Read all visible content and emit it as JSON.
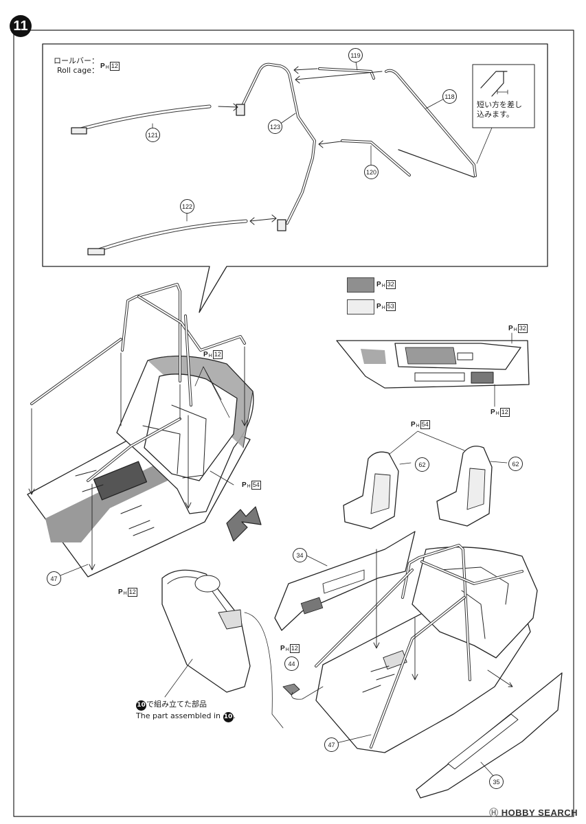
{
  "step": {
    "number": "11"
  },
  "roll_cage_label": {
    "ja": "ロールバー：",
    "en": "Roll cage："
  },
  "note_insert": {
    "line1": "短い方を差し",
    "line2": "込みます。"
  },
  "assembled_note": {
    "ja_suffix": "で組み立てた部品",
    "en_prefix": "The part assembled in",
    "en_suffix": ".",
    "ref_step": "10"
  },
  "paint": {
    "prefix": "P",
    "sub": "H"
  },
  "paint_codes": {
    "roll_cage": "12",
    "swatch_dark": "32",
    "swatch_light": "53",
    "door_upper": "32",
    "door_lower": "12",
    "interior_top": "12",
    "interior_seat": "54",
    "interior_floor": "12",
    "seats": "54",
    "small_part": "12"
  },
  "colors": {
    "swatch_dark": "#8f8f8f",
    "swatch_light": "#eeeeee",
    "floor_shade": "#9a9a9a"
  },
  "callouts": {
    "c119": "119",
    "c118": "118",
    "c121": "121",
    "c123": "123",
    "c120": "120",
    "c122": "122",
    "c62a": "62",
    "c62b": "62",
    "c34": "34",
    "c47a": "47",
    "c47b": "47",
    "c44": "44",
    "c35": "35"
  },
  "watermark": {
    "lead": "Ⓗ",
    "text": "HOBBY SEARCH"
  }
}
